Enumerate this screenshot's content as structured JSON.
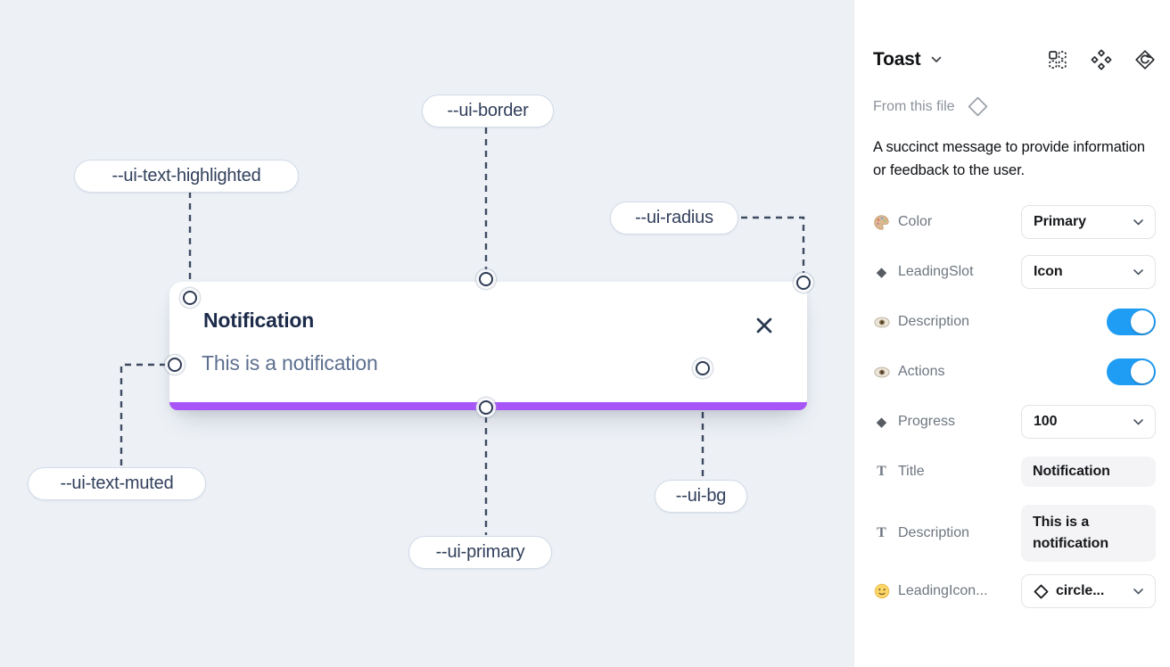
{
  "canvas": {
    "toast": {
      "title": "Notification",
      "description": "This is a notification"
    },
    "labels": {
      "border": "--ui-border",
      "text_highlighted": "--ui-text-highlighted",
      "radius": "--ui-radius",
      "text_muted": "--ui-text-muted",
      "primary": "--ui-primary",
      "bg": "--ui-bg"
    },
    "colors": {
      "canvas_bg": "#edf1f6",
      "primary_bar": "#a855f7",
      "wire": "#3e4a61"
    },
    "icons": {
      "close": "x-icon"
    }
  },
  "panel": {
    "title": "Toast",
    "source": "From this file",
    "description": "A succinct message to provide information or feedback to the user.",
    "header_icons": [
      "swap-instance-icon",
      "component-icon",
      "return-to-source-icon"
    ],
    "source_icon": "diamond-outline-icon",
    "rows": [
      {
        "icon": "palette-icon",
        "label": "Color",
        "control": "select",
        "value": "Primary"
      },
      {
        "icon": "diamond-icon",
        "label": "LeadingSlot",
        "control": "select",
        "value": "Icon"
      },
      {
        "icon": "eye-icon",
        "label": "Description",
        "control": "toggle",
        "value": "on"
      },
      {
        "icon": "eye-icon",
        "label": "Actions",
        "control": "toggle",
        "value": "on"
      },
      {
        "icon": "diamond-icon",
        "label": "Progress",
        "control": "select",
        "value": "100"
      },
      {
        "icon": "text-icon",
        "label": "Title",
        "control": "text",
        "value": "Notification"
      },
      {
        "icon": "text-icon",
        "label": "Description",
        "control": "text",
        "value": "This is a notification"
      },
      {
        "icon": "smiley-icon",
        "label": "LeadingIcon...",
        "control": "icon-select",
        "value": "circle..."
      }
    ],
    "colors": {
      "toggle_on": "#1f9cf3"
    }
  }
}
